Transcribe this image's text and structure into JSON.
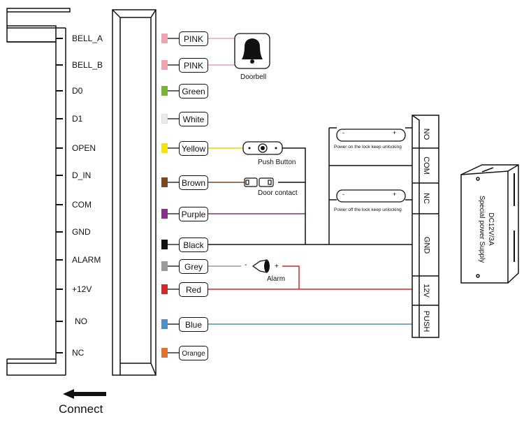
{
  "pins": [
    "BELL_A",
    "BELL_B",
    "D0",
    "D1",
    "OPEN",
    "D_IN",
    "COM",
    "GND",
    "ALARM",
    "+12V",
    "NO",
    "NC"
  ],
  "wires": [
    {
      "label": "PINK",
      "color": "#f2a1ad"
    },
    {
      "label": "PINK",
      "color": "#f2a1ad"
    },
    {
      "label": "Green",
      "color": "#77b531"
    },
    {
      "label": "White",
      "color": "#e9e9e9"
    },
    {
      "label": "Yellow",
      "color": "#f5e400"
    },
    {
      "label": "Brown",
      "color": "#7a4a1c"
    },
    {
      "label": "Purple",
      "color": "#8a2d8c"
    },
    {
      "label": "Black",
      "color": "#111111"
    },
    {
      "label": "Grey",
      "color": "#9b9b9b"
    },
    {
      "label": "Red",
      "color": "#d8272a"
    },
    {
      "label": "Blue",
      "color": "#4a8fd1"
    },
    {
      "label": "Orange",
      "color": "#e8712a"
    }
  ],
  "devices": {
    "doorbell": "Doorbell",
    "push_button": "Push Button",
    "door_contact": "Door contact",
    "alarm": "Alarm",
    "alarm_minus": "-",
    "alarm_plus": "+"
  },
  "lock": {
    "no_lock_caption": "Power on the lock keep unlocking",
    "nc_lock_caption": "Power off the lock keep unlocking",
    "minus": "-",
    "plus": "+"
  },
  "terminals": [
    "NO",
    "COM",
    "NC",
    "GND",
    "12V",
    "PUSH"
  ],
  "power_supply": {
    "line1": "DC12V/3A",
    "line2": "Special power Supply"
  },
  "connect_label": "Connect"
}
